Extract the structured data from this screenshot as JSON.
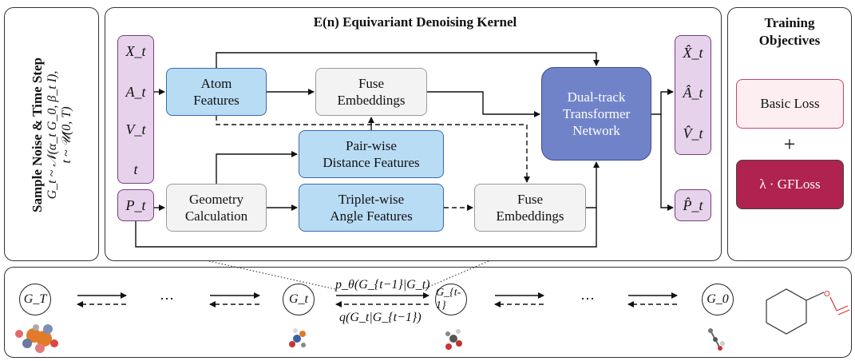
{
  "left_panel": {
    "title": "Sample Noise & Time Step",
    "formula1": "G_t ~ 𝒩(α_t G_0, β_t I),",
    "formula2": "t ~ 𝒰(0, T)"
  },
  "kernel": {
    "title": "E(n) Equivariant Denoising Kernel",
    "inputs": [
      "X_t",
      "A_t",
      "V_t",
      "t"
    ],
    "input_p": "P_t",
    "atom_features": "Atom\nFeatures",
    "fuse_top": "Fuse\nEmbeddings",
    "pairwise": "Pair-wise\nDistance Features",
    "geometry": "Geometry\nCalculation",
    "triplet": "Triplet-wise\nAngle Features",
    "fuse_bottom": "Fuse\nEmbeddings",
    "dual_track": "Dual-track\nTransformer\nNetwork",
    "outputs": [
      "X̂_t",
      "Â_t",
      "V̂_t"
    ],
    "output_p": "P̂_t"
  },
  "training": {
    "title": "Training\nObjectives",
    "basic_loss": "Basic Loss",
    "plus": "+",
    "gf_loss": "λ · GFLoss"
  },
  "chain": {
    "nodes": [
      "G_T",
      "G_t",
      "G_{t-1}",
      "G_0"
    ],
    "ellipsis": "⋯",
    "forward_label": "p_θ(G_{t−1}|G_t)",
    "reverse_label": "q(G_t|G_{t−1})",
    "molecule_atom": "O"
  },
  "colors": {
    "blue_box": "#b9dcf5",
    "gray_box": "#f3f3f3",
    "purple_box": "#e6d2ea",
    "dual_track": "#7183c8",
    "basic_loss": "#fdeef2",
    "gf_loss": "#b0224f"
  }
}
